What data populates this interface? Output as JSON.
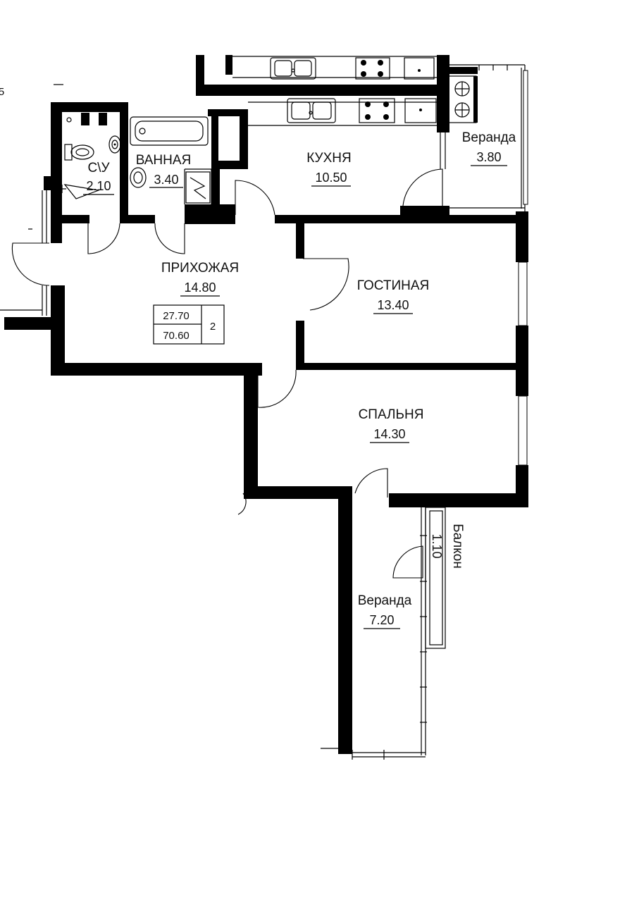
{
  "rooms": {
    "wc": {
      "name": "C\\У",
      "area": "2.10"
    },
    "bath": {
      "name": "ВАННАЯ",
      "area": "3.40"
    },
    "kitchen": {
      "name": "КУХНЯ",
      "area": "10.50"
    },
    "veranda_top": {
      "name": "Веранда",
      "area": "3.80"
    },
    "hall": {
      "name": "ПРИХОЖАЯ",
      "area": "14.80"
    },
    "living": {
      "name": "ГОСТИНАЯ",
      "area": "13.40"
    },
    "bedroom": {
      "name": "СПАЛЬНЯ",
      "area": "14.30"
    },
    "veranda_bottom": {
      "name": "Веранда",
      "area": "7.20"
    },
    "balcony": {
      "name": "Балкон",
      "area": "1.10"
    }
  },
  "summary": {
    "living_area": "27.70",
    "total_area": "70.60",
    "room_count": "2"
  },
  "edge_mark": "5"
}
